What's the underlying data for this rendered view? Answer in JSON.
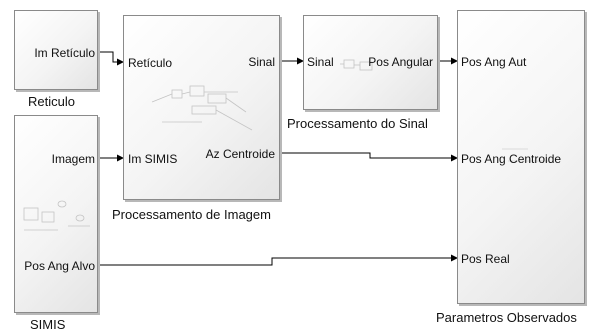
{
  "blocks": {
    "reticulo": {
      "label": "Reticulo",
      "out_port": "Im Retículo"
    },
    "simis": {
      "label": "SIMIS",
      "out_ports": [
        "Imagem",
        "Pos Ang Alvo"
      ]
    },
    "proc_imagem": {
      "label": "Processamento de Imagem",
      "in_ports": [
        "Retículo",
        "Im SIMIS"
      ],
      "out_ports": [
        "Sinal",
        "Az Centroide"
      ]
    },
    "proc_sinal": {
      "label": "Processamento do Sinal",
      "in_port": "Sinal",
      "out_port": "Pos Angular"
    },
    "param_obs": {
      "label": "Parametros Observados",
      "in_ports": [
        "Pos Ang Aut",
        "Pos Ang Centroide",
        "Pos Real"
      ]
    }
  }
}
